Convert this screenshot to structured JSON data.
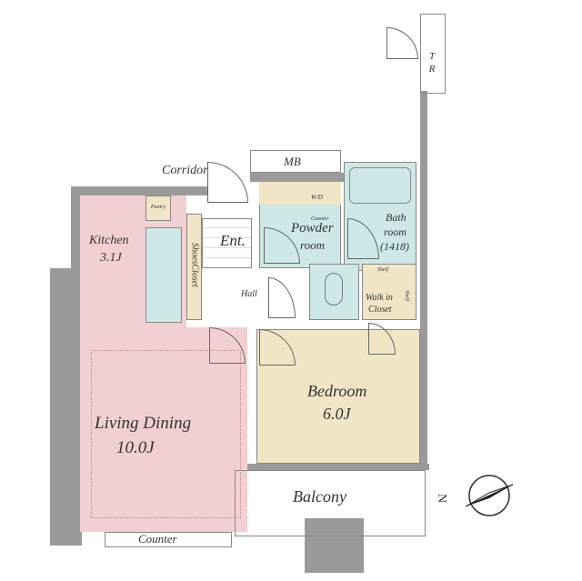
{
  "rooms": {
    "corridor": "Corridor",
    "mb": "MB",
    "tr": "T R",
    "pantry": "Pantry",
    "kitchen": {
      "name": "Kitchen",
      "size": "3.1J"
    },
    "shoes_closet": "ShoesCloset",
    "entrance": "Ent.",
    "wd": "W/D",
    "counter_small": "Counter",
    "powder": {
      "line1": "Powder",
      "line2": "room"
    },
    "bath": {
      "line1": "Bath",
      "line2": "room",
      "line3": "(1418)"
    },
    "hall": "Hall",
    "shelf_top": "Shelf",
    "shelf_side": "Shelf",
    "walk_in": {
      "line1": "Walk in",
      "line2": "Closet"
    },
    "bedroom": {
      "name": "Bedroom",
      "size": "6.0J"
    },
    "living": {
      "name": "Living Dining",
      "size": "10.0J"
    },
    "balcony": "Balcony",
    "counter": "Counter"
  },
  "compass": {
    "label": "N"
  },
  "colors": {
    "living": "#f2cfd2",
    "bedroom": "#f0e6c6",
    "wet": "#cde8e6",
    "wall": "#9a9a9a"
  }
}
